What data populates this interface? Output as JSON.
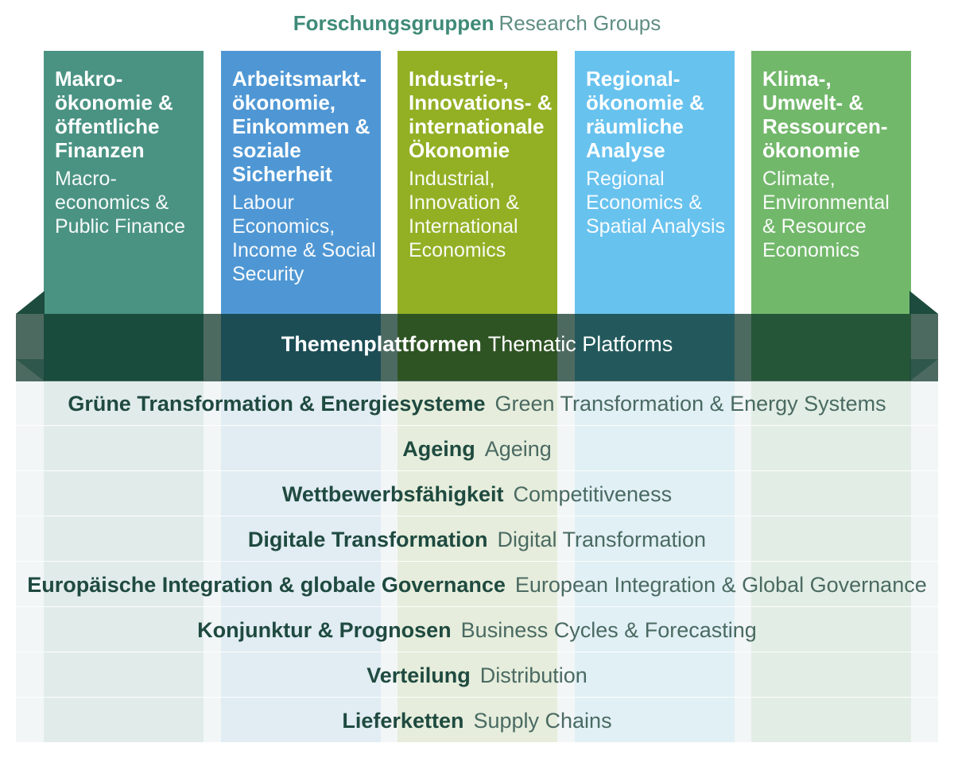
{
  "header": {
    "de": "Forschungsgruppen",
    "en": "Research Groups"
  },
  "groups": [
    {
      "de": "Makro-ökonomie & öffentliche Finanzen",
      "en": "Macro-economics & Public Finance",
      "color": "#4a9383"
    },
    {
      "de": "Arbeitsmarkt-ökonomie, Einkommen & soziale Sicherheit",
      "en": "Labour Economics, Income & Social Security",
      "color": "#4f97d4"
    },
    {
      "de": "Industrie-, Innovations- & internationale Ökonomie",
      "en": "Industrial, Innovation & International Economics",
      "color": "#93b025"
    },
    {
      "de": "Regional-ökonomie & räumliche Analyse",
      "en": "Regional Economics & Spatial Analysis",
      "color": "#68c2ee"
    },
    {
      "de": "Klima-, Umwelt- & Ressourcen-ökonomie",
      "en": "Climate, Environmental & Resource Economics",
      "color": "#72b86b"
    }
  ],
  "band": {
    "de": "Themenplattformen",
    "en": "Thematic Platforms"
  },
  "platforms": [
    {
      "de": "Grüne Transformation & Energiesysteme",
      "en": "Green Transformation & Energy Systems"
    },
    {
      "de": "Ageing",
      "en": "Ageing"
    },
    {
      "de": "Wettbewerbsfähigkeit",
      "en": "Competitiveness"
    },
    {
      "de": "Digitale Transformation",
      "en": "Digital Transformation"
    },
    {
      "de": "Europäische Integration & globale Governance",
      "en": "European Integration & Global Governance"
    },
    {
      "de": "Konjunktur & Prognosen",
      "en": "Business Cycles & Forecasting"
    },
    {
      "de": "Verteilung",
      "en": "Distribution"
    },
    {
      "de": "Lieferketten",
      "en": "Supply Chains"
    }
  ]
}
